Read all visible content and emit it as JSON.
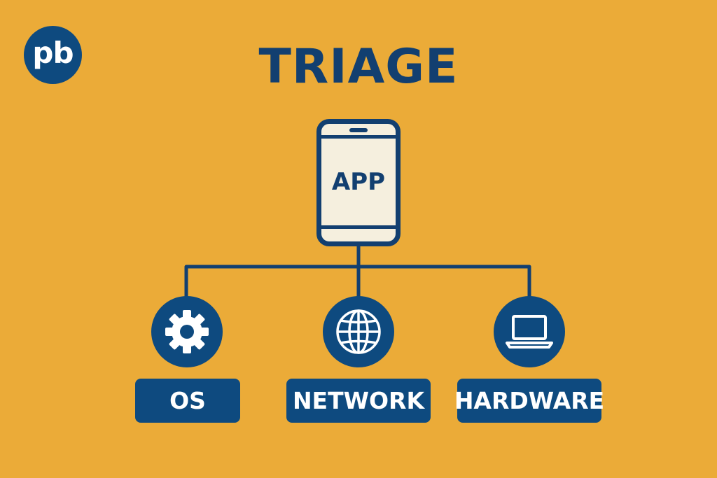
{
  "logo": {
    "text": "pb"
  },
  "title": "TRIAGE",
  "root": {
    "label": "APP",
    "icon": "smartphone-icon"
  },
  "children": [
    {
      "label": "OS",
      "icon": "gear-icon"
    },
    {
      "label": "NETWORK",
      "icon": "globe-icon"
    },
    {
      "label": "HARDWARE",
      "icon": "laptop-icon"
    }
  ],
  "colors": {
    "background": "#ebab38",
    "primary": "#0e4a7f",
    "title": "#123f70",
    "screen": "#f5efde",
    "icon_fill": "#ffffff"
  }
}
